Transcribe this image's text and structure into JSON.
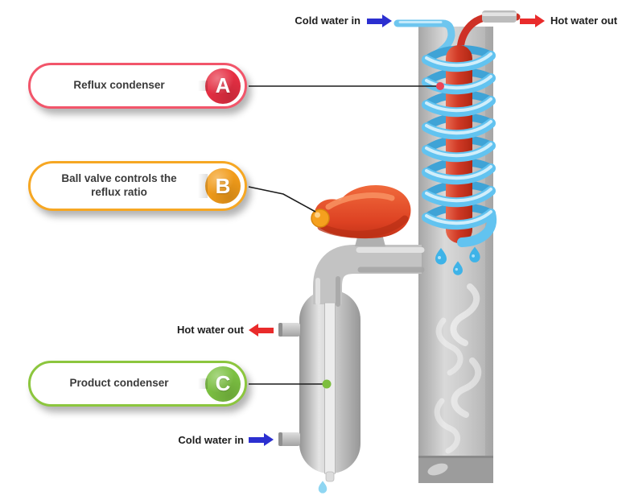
{
  "labels": {
    "cold_water_in_top": "Cold water in",
    "hot_water_out_top": "Hot water out",
    "hot_water_out_side": "Hot water out",
    "cold_water_in_side": "Cold water in"
  },
  "callouts": [
    {
      "letter": "A",
      "label": "Reflux condenser"
    },
    {
      "letter": "B",
      "label": "Ball valve controls the\nreflux ratio"
    },
    {
      "letter": "C",
      "label": "Product condenser"
    }
  ],
  "colors": {
    "callout-a": "#f2556a",
    "badge-a": "#e62f43",
    "callout-b": "#f6a723",
    "badge-b": "#f29c1a",
    "callout-c": "#8cc63e",
    "badge-c": "#7cc142",
    "arrow-blue": "#2b2fd0",
    "arrow-red": "#e92b2b",
    "coil-blue": "#62c3f0",
    "tube-red": "#d13a26",
    "valve-red": "#e84e2d",
    "knob-orange": "#f5a01e"
  }
}
